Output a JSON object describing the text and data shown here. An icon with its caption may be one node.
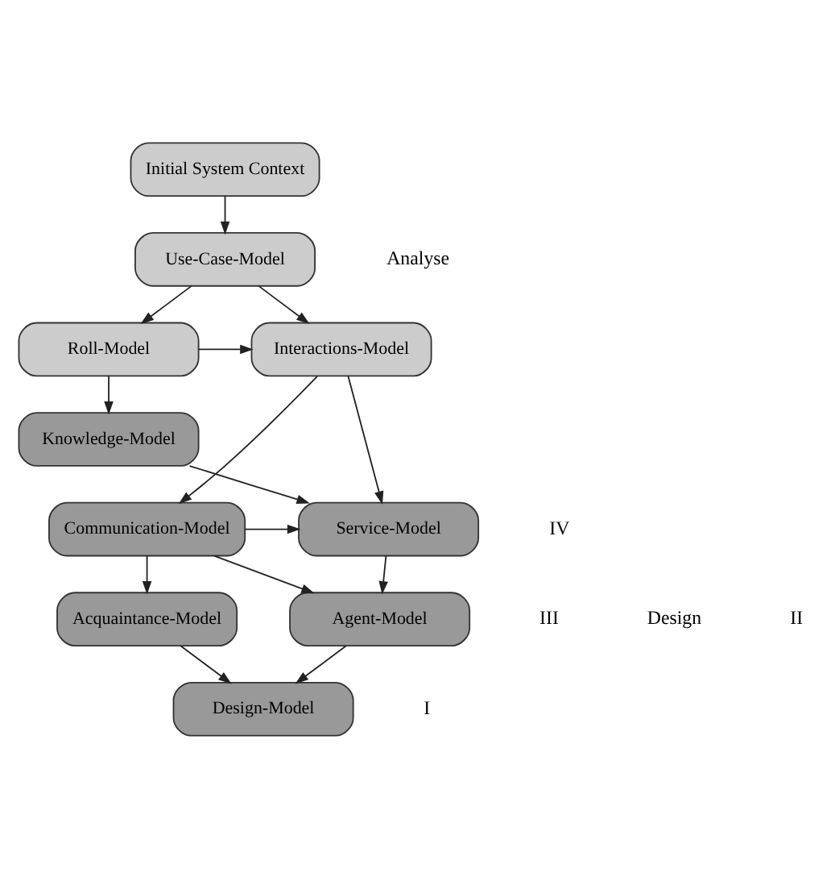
{
  "diagram": {
    "nodes": [
      {
        "text": [
          "Initial System Context"
        ]
      },
      {
        "text": [
          "Use-Case-Model"
        ]
      },
      {
        "text": [
          "Interactions-Model"
        ]
      },
      {
        "text": [
          "Roll-Model"
        ]
      },
      {
        "text": [
          "Knowledge-Model"
        ]
      },
      {
        "text": [
          "Communication-Model"
        ]
      },
      {
        "text": [
          "Service-Model"
        ]
      },
      {
        "text": [
          "Agent-Model"
        ]
      },
      {
        "text": [
          "Acquaintance-Model"
        ]
      },
      {
        "text": [
          "Design-Model"
        ]
      }
    ],
    "edges": [
      {
        "from": 0,
        "to": 1,
        "arrow": "to"
      },
      {
        "from": 1,
        "to": 2,
        "arrow": "to"
      },
      {
        "from": 1,
        "to": 3,
        "arrow": "to"
      },
      {
        "from": 3,
        "to": 2,
        "arrow": "to"
      },
      {
        "from": 3,
        "to": 4,
        "arrow": "to"
      },
      {
        "from": 2,
        "to": 5,
        "arrow": "to"
      },
      {
        "from": 2,
        "to": 6,
        "arrow": "to"
      },
      {
        "from": 4,
        "to": 6,
        "arrow": "to"
      },
      {
        "from": 5,
        "to": 6,
        "arrow": "to"
      },
      {
        "from": 6,
        "to": 7,
        "arrow": "to"
      },
      {
        "from": 5,
        "to": 7,
        "arrow": "to"
      },
      {
        "from": 5,
        "to": 8,
        "arrow": "to"
      },
      {
        "from": 7,
        "to": 9,
        "arrow": "to"
      },
      {
        "from": 8,
        "to": 9,
        "arrow": "to"
      }
    ],
    "labels": [
      "Analyse",
      "IV",
      "III",
      "Design",
      "II",
      "I"
    ]
  }
}
